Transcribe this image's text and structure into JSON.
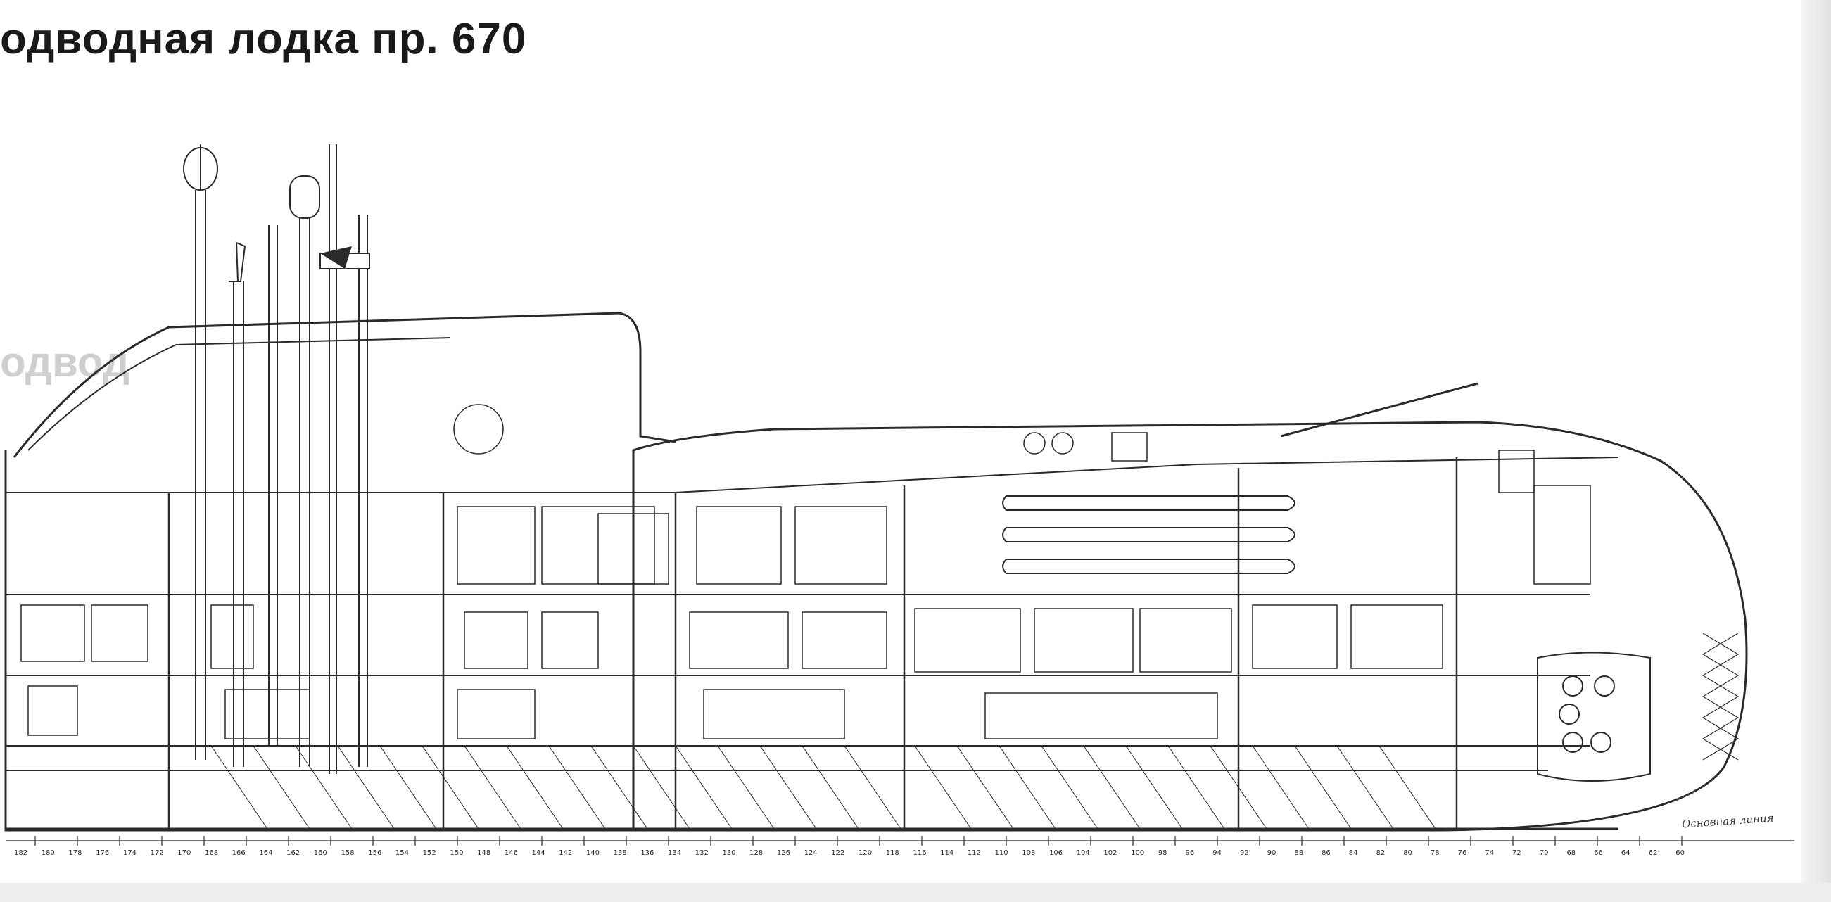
{
  "title": "одводная лодка пр. 670",
  "baseline_label": "Основная линия",
  "ink_color": "#2a2a2a",
  "frame_numbers": [
    "182",
    "180",
    "178",
    "176",
    "174",
    "172",
    "170",
    "168",
    "166",
    "164",
    "162",
    "160",
    "158",
    "156",
    "154",
    "152",
    "150",
    "148",
    "146",
    "144",
    "142",
    "140",
    "138",
    "136",
    "134",
    "132",
    "130",
    "128",
    "126",
    "124",
    "122",
    "120",
    "118",
    "116",
    "114",
    "112",
    "110",
    "108",
    "106",
    "104",
    "102",
    "100",
    "98",
    "96",
    "94",
    "92",
    "90",
    "88",
    "86",
    "84",
    "82",
    "80",
    "78",
    "76",
    "74",
    "72",
    "70",
    "68",
    "66",
    "64",
    "62",
    "60"
  ]
}
